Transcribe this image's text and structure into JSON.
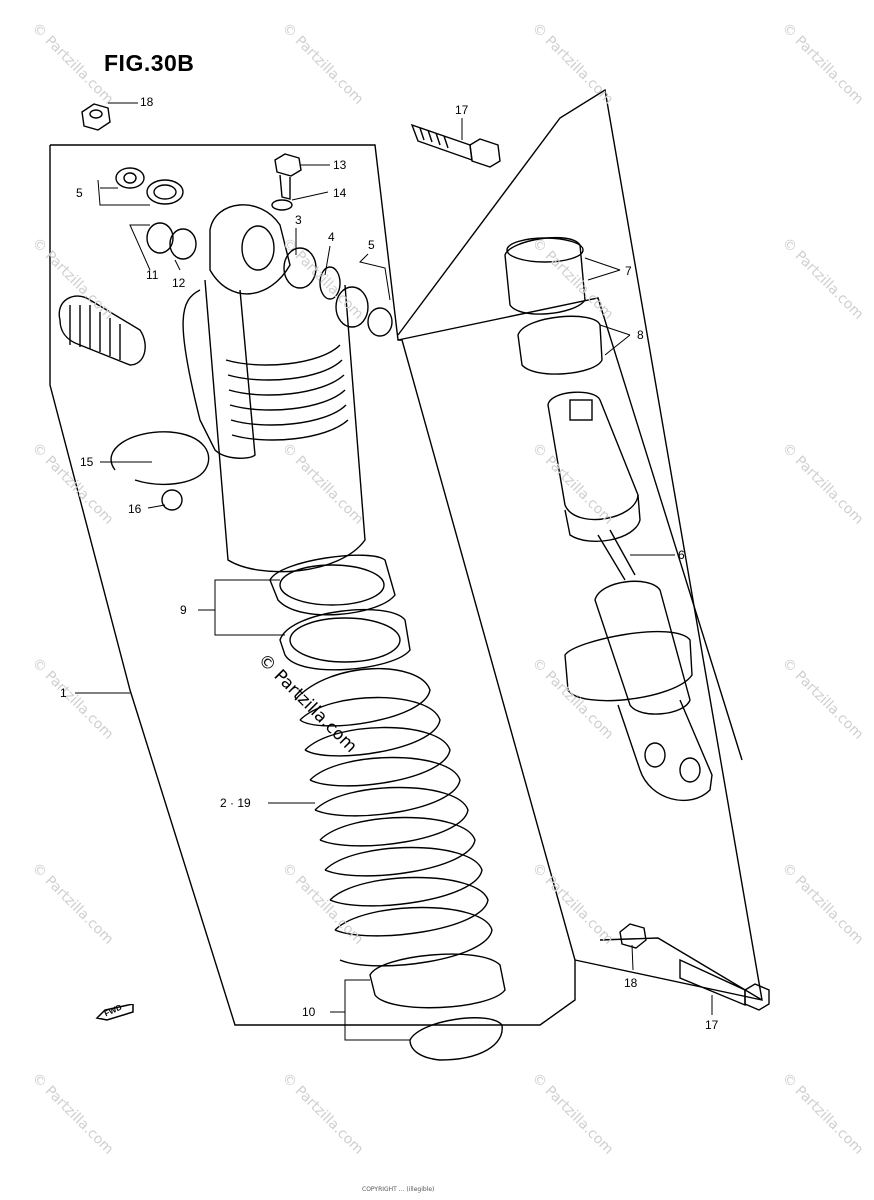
{
  "figure": {
    "title": "FIG.30B"
  },
  "callouts": {
    "c18_top": "18",
    "c17_top": "17",
    "c13": "13",
    "c14": "14",
    "c5_left": "5",
    "c3": "3",
    "c4": "4",
    "c5_right": "5",
    "c11": "11",
    "c12": "12",
    "c7": "7",
    "c8": "8",
    "c15": "15",
    "c16": "16",
    "c6": "6",
    "c9": "9",
    "c1": "1",
    "c2_19": "2 · 19",
    "c10": "10",
    "c18_bottom": "18",
    "c17_bottom": "17"
  },
  "watermark": {
    "text": "© Partzilla.com",
    "center_text": "© Partzilla.com"
  },
  "fwd_label": "FWD",
  "footer_text": "COPYRIGHT ... (illegible)"
}
